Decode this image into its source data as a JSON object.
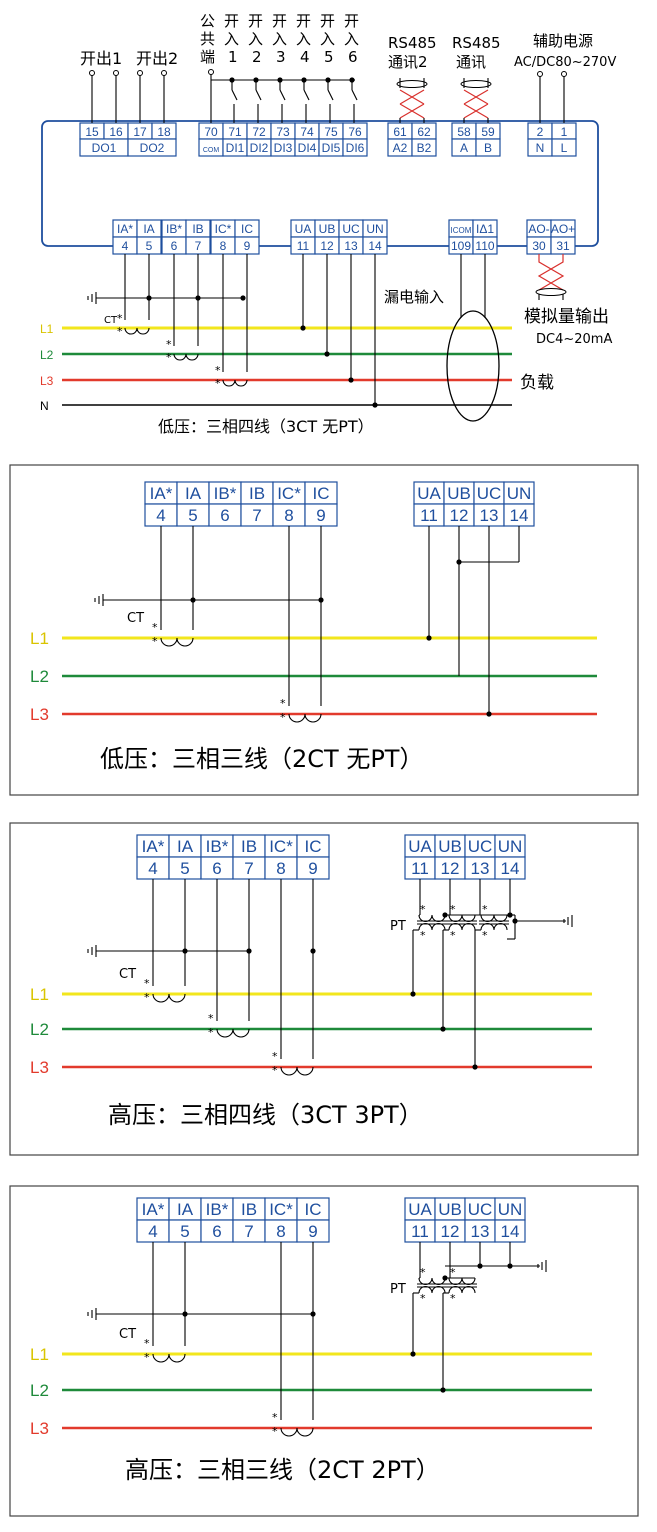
{
  "colors": {
    "terminal": "#1f4f9e",
    "L1": "#f2e61c",
    "L2": "#1e8a3a",
    "L3": "#e23a2c",
    "N": "#000000",
    "rs485": "#d9302c"
  },
  "top": {
    "do_labels": [
      "开出1",
      "开出2"
    ],
    "common_label": [
      "公",
      "共",
      "端"
    ],
    "di_head": "开\n入",
    "di_nums": [
      "1",
      "2",
      "3",
      "4",
      "5",
      "6"
    ],
    "rs485_2": [
      "RS485",
      "通讯2"
    ],
    "rs485_1": [
      "RS485",
      "通讯"
    ],
    "aux": [
      "辅助电源",
      "AC/DC80~270V"
    ],
    "upper_terms": [
      {
        "n": "15",
        "l": "DO1"
      },
      {
        "n": "16",
        "l": ""
      },
      {
        "n": "17",
        "l": "DO2"
      },
      {
        "n": "18",
        "l": ""
      },
      {
        "n": "70",
        "l": "COM"
      },
      {
        "n": "71",
        "l": "DI1"
      },
      {
        "n": "72",
        "l": "DI2"
      },
      {
        "n": "73",
        "l": "DI3"
      },
      {
        "n": "74",
        "l": "DI4"
      },
      {
        "n": "75",
        "l": "DI5"
      },
      {
        "n": "76",
        "l": "DI6"
      },
      {
        "n": "61",
        "l": "A2"
      },
      {
        "n": "62",
        "l": "B2"
      },
      {
        "n": "58",
        "l": "A"
      },
      {
        "n": "59",
        "l": "B"
      },
      {
        "n": "2",
        "l": "N"
      },
      {
        "n": "1",
        "l": "L"
      }
    ],
    "lower_terms": [
      {
        "n": "4",
        "l": "IA*"
      },
      {
        "n": "5",
        "l": "IA"
      },
      {
        "n": "6",
        "l": "IB*"
      },
      {
        "n": "7",
        "l": "IB"
      },
      {
        "n": "8",
        "l": "IC*"
      },
      {
        "n": "9",
        "l": "IC"
      },
      {
        "n": "11",
        "l": "UA"
      },
      {
        "n": "12",
        "l": "UB"
      },
      {
        "n": "13",
        "l": "UC"
      },
      {
        "n": "14",
        "l": "UN"
      },
      {
        "n": "109",
        "l": "ICOM"
      },
      {
        "n": "110",
        "l": "IΔ1"
      },
      {
        "n": "30",
        "l": "AO-"
      },
      {
        "n": "31",
        "l": "AO+"
      }
    ],
    "leak": "漏电输入",
    "analog": [
      "模拟量输出",
      "DC4~20mA"
    ],
    "load": "负载",
    "ct": "CT",
    "lines": [
      "L1",
      "L2",
      "L3",
      "N"
    ],
    "caption": "低压：三相四线（3CT 无PT）"
  },
  "panels": [
    {
      "current_terms": [
        {
          "l": "IA*",
          "n": "4"
        },
        {
          "l": "IA",
          "n": "5"
        },
        {
          "l": "IB*",
          "n": "6"
        },
        {
          "l": "IB",
          "n": "7"
        },
        {
          "l": "IC*",
          "n": "8"
        },
        {
          "l": "IC",
          "n": "9"
        }
      ],
      "voltage_terms": [
        {
          "l": "UA",
          "n": "11"
        },
        {
          "l": "UB",
          "n": "12"
        },
        {
          "l": "UC",
          "n": "13"
        },
        {
          "l": "UN",
          "n": "14"
        }
      ],
      "ct": "CT",
      "lines": [
        "L1",
        "L2",
        "L3"
      ],
      "caption": "低压：三相三线（2CT 无PT）"
    },
    {
      "current_terms": [
        {
          "l": "IA*",
          "n": "4"
        },
        {
          "l": "IA",
          "n": "5"
        },
        {
          "l": "IB*",
          "n": "6"
        },
        {
          "l": "IB",
          "n": "7"
        },
        {
          "l": "IC*",
          "n": "8"
        },
        {
          "l": "IC",
          "n": "9"
        }
      ],
      "voltage_terms": [
        {
          "l": "UA",
          "n": "11"
        },
        {
          "l": "UB",
          "n": "12"
        },
        {
          "l": "UC",
          "n": "13"
        },
        {
          "l": "UN",
          "n": "14"
        }
      ],
      "ct": "CT",
      "pt": "PT",
      "lines": [
        "L1",
        "L2",
        "L3"
      ],
      "caption": "高压：三相四线（3CT 3PT）"
    },
    {
      "current_terms": [
        {
          "l": "IA*",
          "n": "4"
        },
        {
          "l": "IA",
          "n": "5"
        },
        {
          "l": "IB*",
          "n": "6"
        },
        {
          "l": "IB",
          "n": "7"
        },
        {
          "l": "IC*",
          "n": "8"
        },
        {
          "l": "IC",
          "n": "9"
        }
      ],
      "voltage_terms": [
        {
          "l": "UA",
          "n": "11"
        },
        {
          "l": "UB",
          "n": "12"
        },
        {
          "l": "UC",
          "n": "13"
        },
        {
          "l": "UN",
          "n": "14"
        }
      ],
      "ct": "CT",
      "pt": "PT",
      "lines": [
        "L1",
        "L2",
        "L3"
      ],
      "caption": "高压：三相三线（2CT 2PT）"
    }
  ]
}
